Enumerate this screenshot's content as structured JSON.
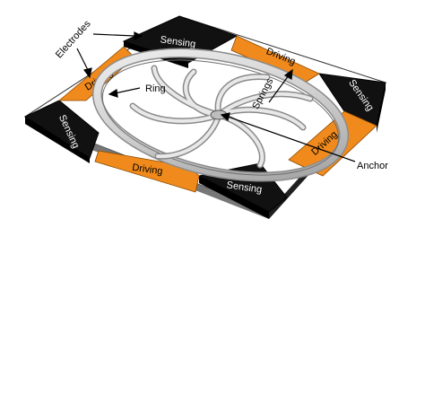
{
  "labels": {
    "electrodes": "Electrodes",
    "ring": "Ring",
    "springs": "Springs",
    "anchor": "Anchor"
  },
  "electrodes": {
    "sensing_top": "Sensing",
    "sensing_right": "Sensing",
    "sensing_bottom": "Sensing",
    "sensing_left": "Sensing",
    "driving_top_right": "Driving",
    "driving_top_left": "Driving",
    "driving_bottom_left": "Driving",
    "driving_bottom_right": "Driving"
  },
  "colors": {
    "sensing": "#111111",
    "driving": "#f08a1c",
    "substrate": "#ffffff",
    "ring": "#d9d9d9",
    "text_dark": "#000000",
    "text_light": "#ffffff"
  }
}
